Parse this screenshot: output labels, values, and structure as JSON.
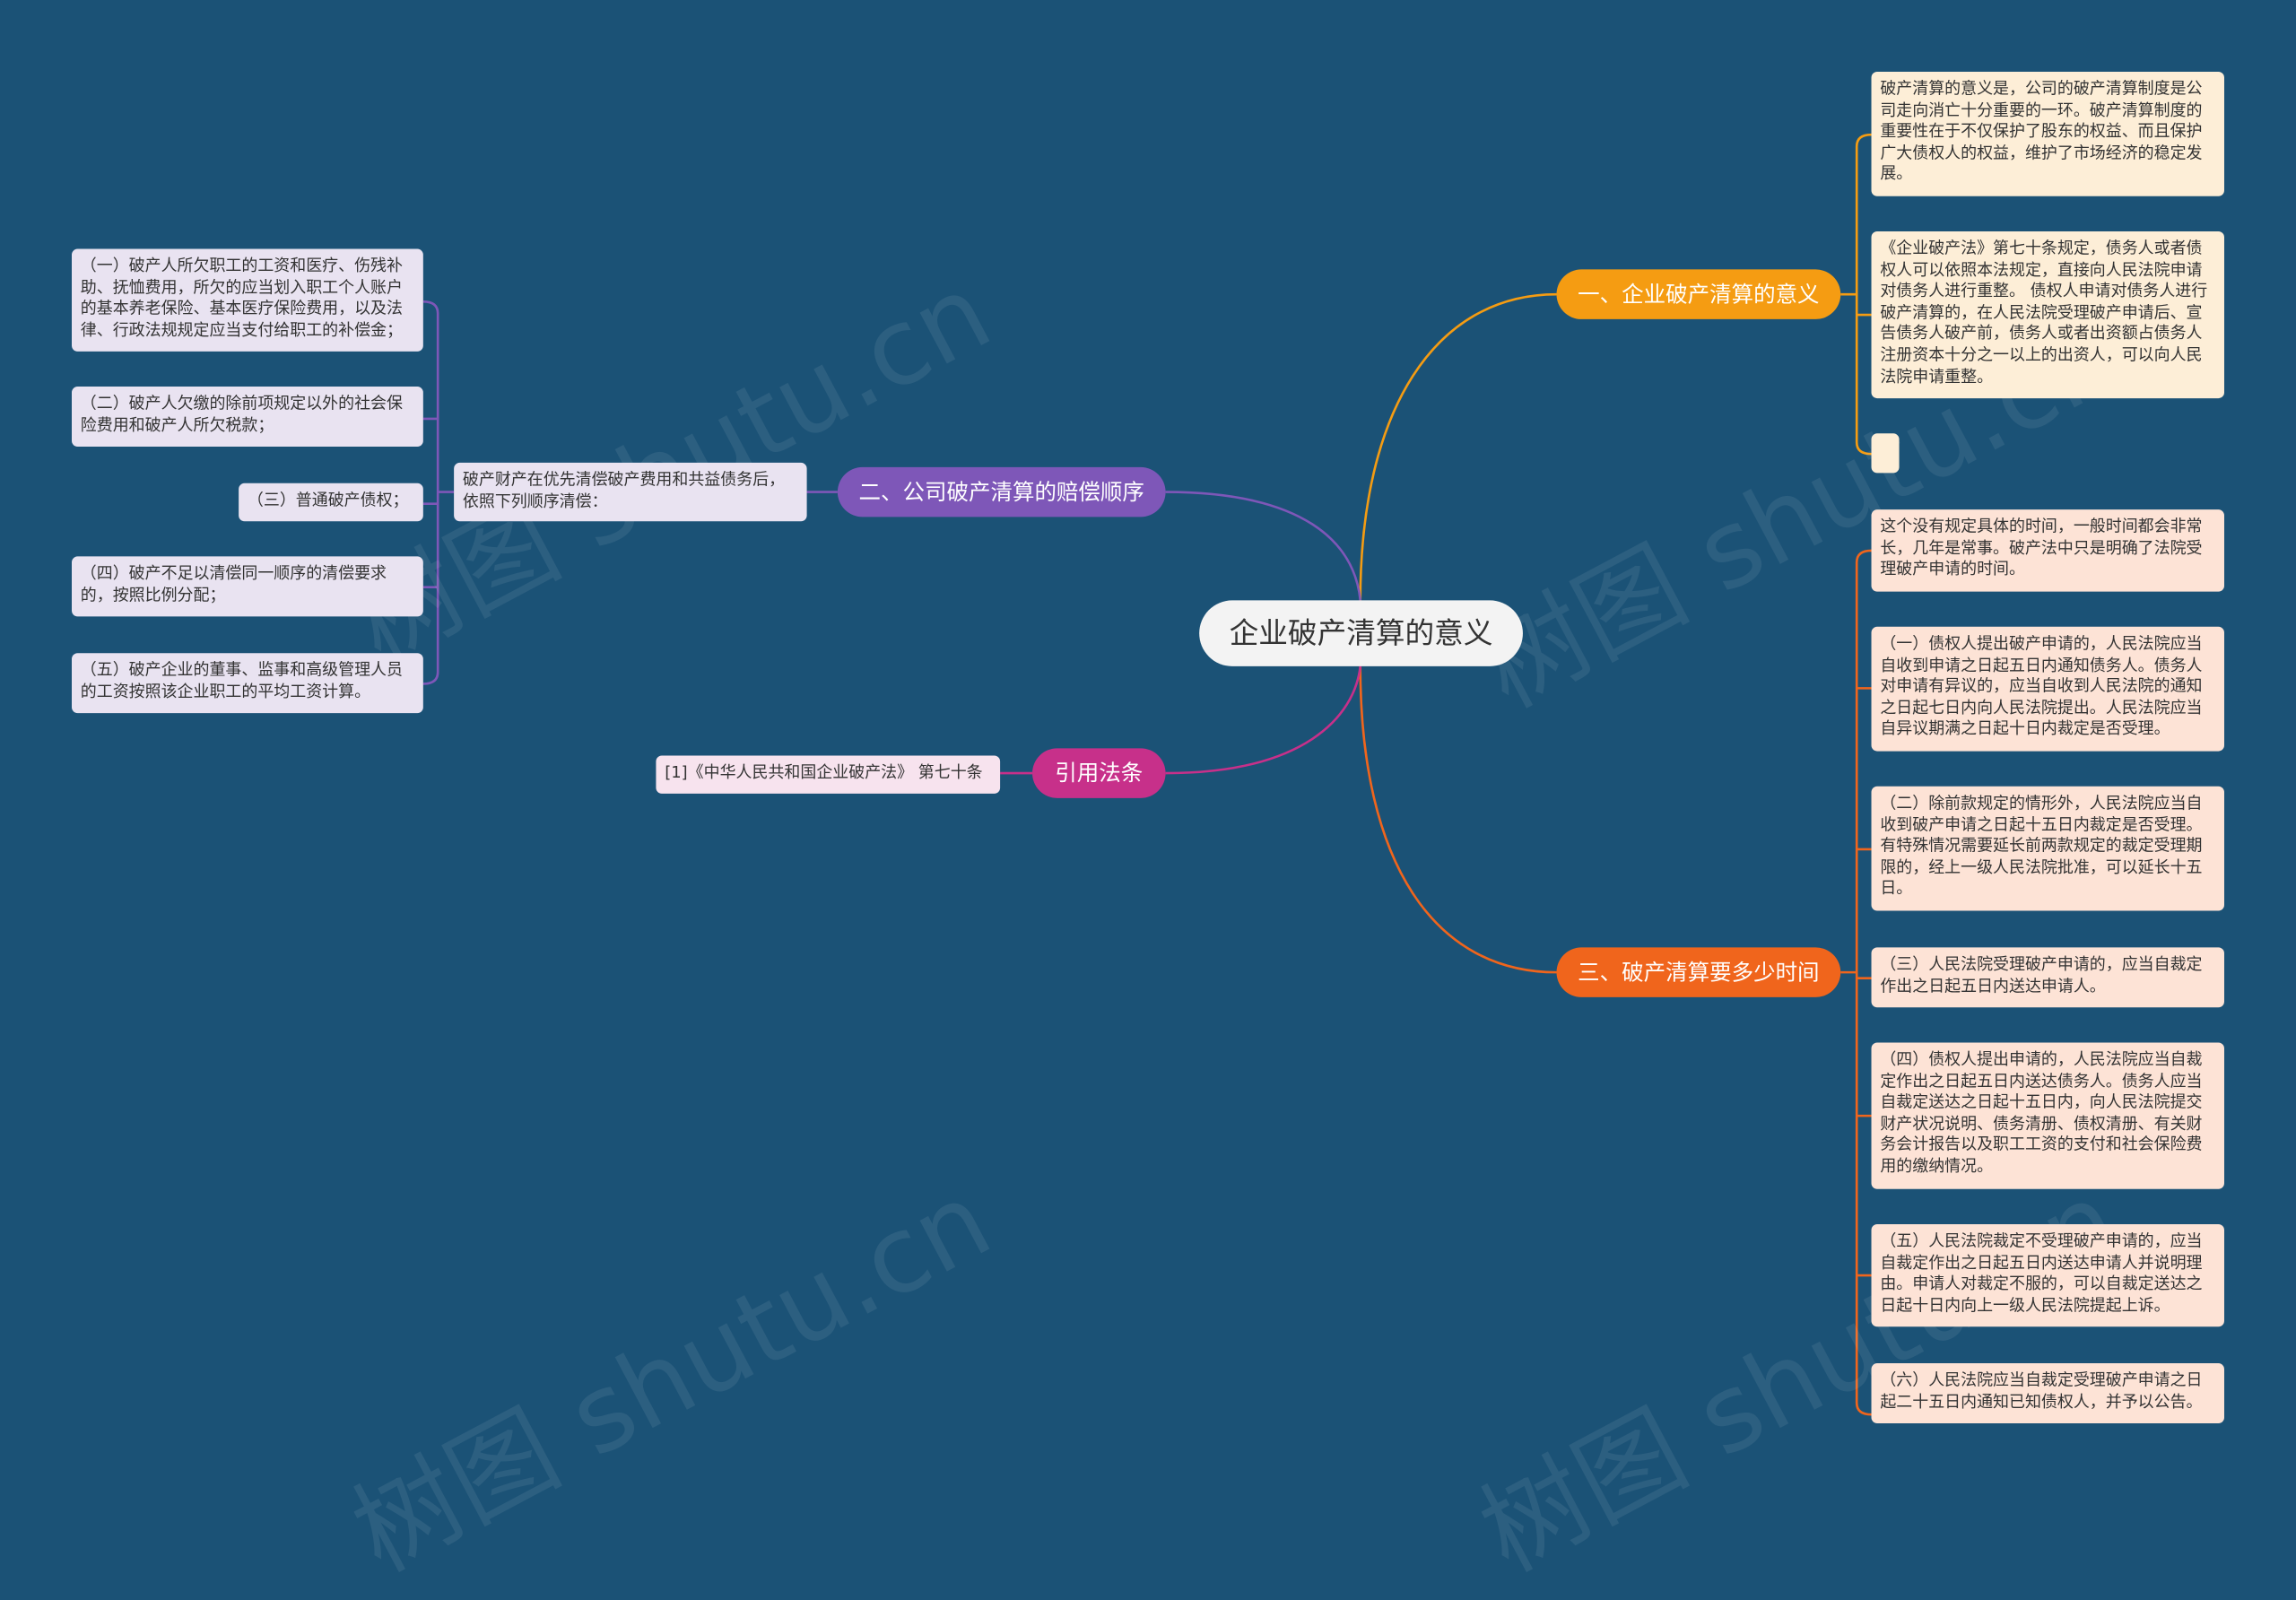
{
  "root": {
    "label": "企业破产清算的意义"
  },
  "colors": {
    "background": "#1b5276",
    "branch1": "#f59c12",
    "branch2": "#7e57b8",
    "branch3": "#f0651c",
    "branch4": "#c7308a"
  },
  "branches": {
    "b1": {
      "label": "一、企业破产清算的意义",
      "leaves": [
        "破产清算的意义是，公司的破产清算制度是公司走向消亡十分重要的一环。破产清算制度的重要性在于不仅保护了股东的权益、而且保护广大债权人的权益，维护了市场经济的稳定发展。",
        "《企业破产法》第七十条规定，债务人或者债权人可以依照本法规定，直接向人民法院申请对债务人进行重整。 债权人申请对债务人进行破产清算的，在人民法院受理破产申请后、宣告债务人破产前，债务人或者出资额占债务人注册资本十分之一以上的出资人，可以向人民法院申请重整。",
        ""
      ]
    },
    "b2": {
      "label": "二、公司破产清算的赔偿顺序",
      "intro": "破产财产在优先清偿破产费用和共益债务后，依照下列顺序清偿：",
      "leaves": [
        "（一）破产人所欠职工的工资和医疗、伤残补助、抚恤费用，所欠的应当划入职工个人账户的基本养老保险、基本医疗保险费用，以及法律、行政法规规定应当支付给职工的补偿金；",
        "（二）破产人欠缴的除前项规定以外的社会保险费用和破产人所欠税款；",
        "（三）普通破产债权；",
        "（四）破产不足以清偿同一顺序的清偿要求的，按照比例分配；",
        "（五）破产企业的董事、监事和高级管理人员的工资按照该企业职工的平均工资计算。"
      ]
    },
    "b3": {
      "label": "三、破产清算要多少时间",
      "leaves": [
        "这个没有规定具体的时间，一般时间都会非常长，几年是常事。破产法中只是明确了法院受理破产申请的时间。",
        "（一）债权人提出破产申请的，人民法院应当自收到申请之日起五日内通知债务人。债务人对申请有异议的，应当自收到人民法院的通知之日起七日内向人民法院提出。人民法院应当自异议期满之日起十日内裁定是否受理。",
        "（二）除前款规定的情形外，人民法院应当自收到破产申请之日起十五日内裁定是否受理。有特殊情况需要延长前两款规定的裁定受理期限的，经上一级人民法院批准，可以延长十五日。",
        "（三）人民法院受理破产申请的，应当自裁定作出之日起五日内送达申请人。",
        "（四）债权人提出申请的，人民法院应当自裁定作出之日起五日内送达债务人。债务人应当自裁定送达之日起十五日内，向人民法院提交财产状况说明、债务清册、债权清册、有关财务会计报告以及职工工资的支付和社会保险费用的缴纳情况。",
        "（五）人民法院裁定不受理破产申请的，应当自裁定作出之日起五日内送达申请人并说明理由。申请人对裁定不服的，可以自裁定送达之日起十日内向上一级人民法院提起上诉。",
        "（六）人民法院应当自裁定受理破产申请之日起二十五日内通知已知债权人，并予以公告。"
      ]
    },
    "b4": {
      "label": "引用法条",
      "leaves": [
        "[1]《中华人民共和国企业破产法》 第七十条"
      ]
    }
  },
  "watermark": "树图 shutu.cn"
}
